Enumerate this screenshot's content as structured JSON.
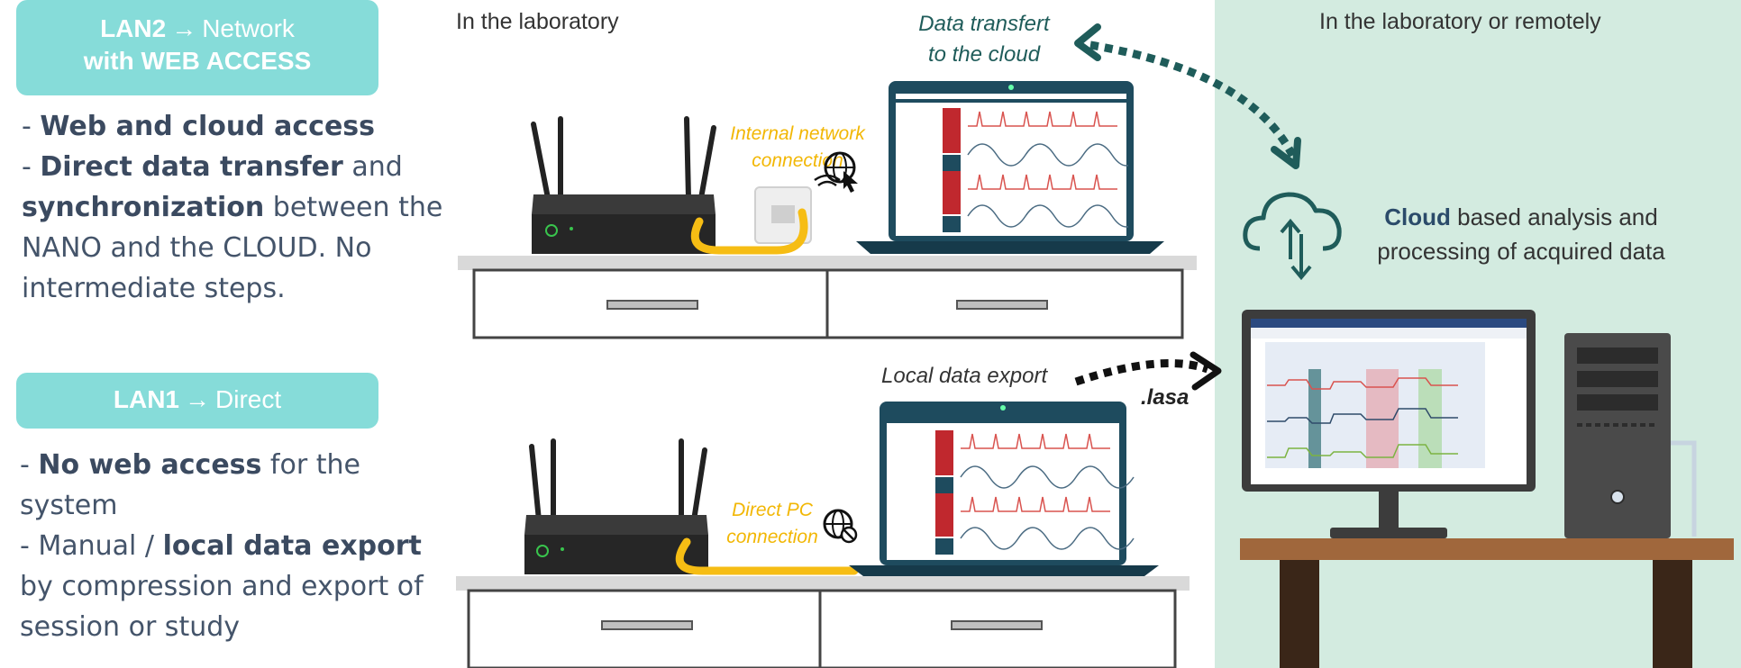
{
  "lan2": {
    "name": "LAN2",
    "arrow": "→",
    "target": "Network",
    "line2": "with WEB ACCESS",
    "desc": [
      {
        "prefix": "- ",
        "bold": "Web and cloud access",
        "rest": ""
      },
      {
        "prefix": "- ",
        "bold": "Direct data transfer",
        "rest": " and"
      },
      {
        "prefix": "",
        "bold": "synchronization",
        "rest": " between the"
      },
      {
        "prefix": "",
        "bold": "",
        "rest": "NANO and the CLOUD. No"
      },
      {
        "prefix": "",
        "bold": "",
        "rest": "intermediate steps."
      }
    ]
  },
  "lan1": {
    "name": "LAN1",
    "arrow": "→",
    "target": "Direct",
    "desc": [
      {
        "prefix": "- ",
        "bold": "No web access",
        "rest": " for the"
      },
      {
        "prefix": "",
        "bold": "",
        "rest": "system"
      },
      {
        "prefix": "- Manual / ",
        "bold": "local data export",
        "rest": ""
      },
      {
        "prefix": "",
        "bold": "",
        "rest": "by compression and export of"
      },
      {
        "prefix": "",
        "bold": "",
        "rest": "session or study"
      }
    ]
  },
  "lab": {
    "title": "In the laboratory",
    "transfer_line1": "Data transfert",
    "transfer_line2": "to the cloud",
    "internal_line1": "Internal network",
    "internal_line2": "connection",
    "local_export": "Local data export",
    "lasa": ".lasa",
    "direct_line1": "Direct PC",
    "direct_line2": "connection"
  },
  "remote": {
    "title": "In the laboratory or remotely",
    "cloud_bold": "Cloud",
    "cloud_rest": " based analysis and",
    "cloud_line2": "processing of acquired data"
  },
  "colors": {
    "badge": "#86dcd9",
    "desc_text": "#44546a",
    "teal_label": "#1f5c5a",
    "yellow_label": "#f2b705",
    "cable": "#f6bd14",
    "panel": "#d3ebe0",
    "laptop": "#1e4b5e"
  },
  "icons": [
    "router-icon",
    "laptop-icon",
    "globe-network-icon",
    "globe-blocked-icon",
    "ethernet-socket-icon",
    "cloud-sync-icon",
    "monitor-icon",
    "pc-tower-icon",
    "desk-icon"
  ]
}
